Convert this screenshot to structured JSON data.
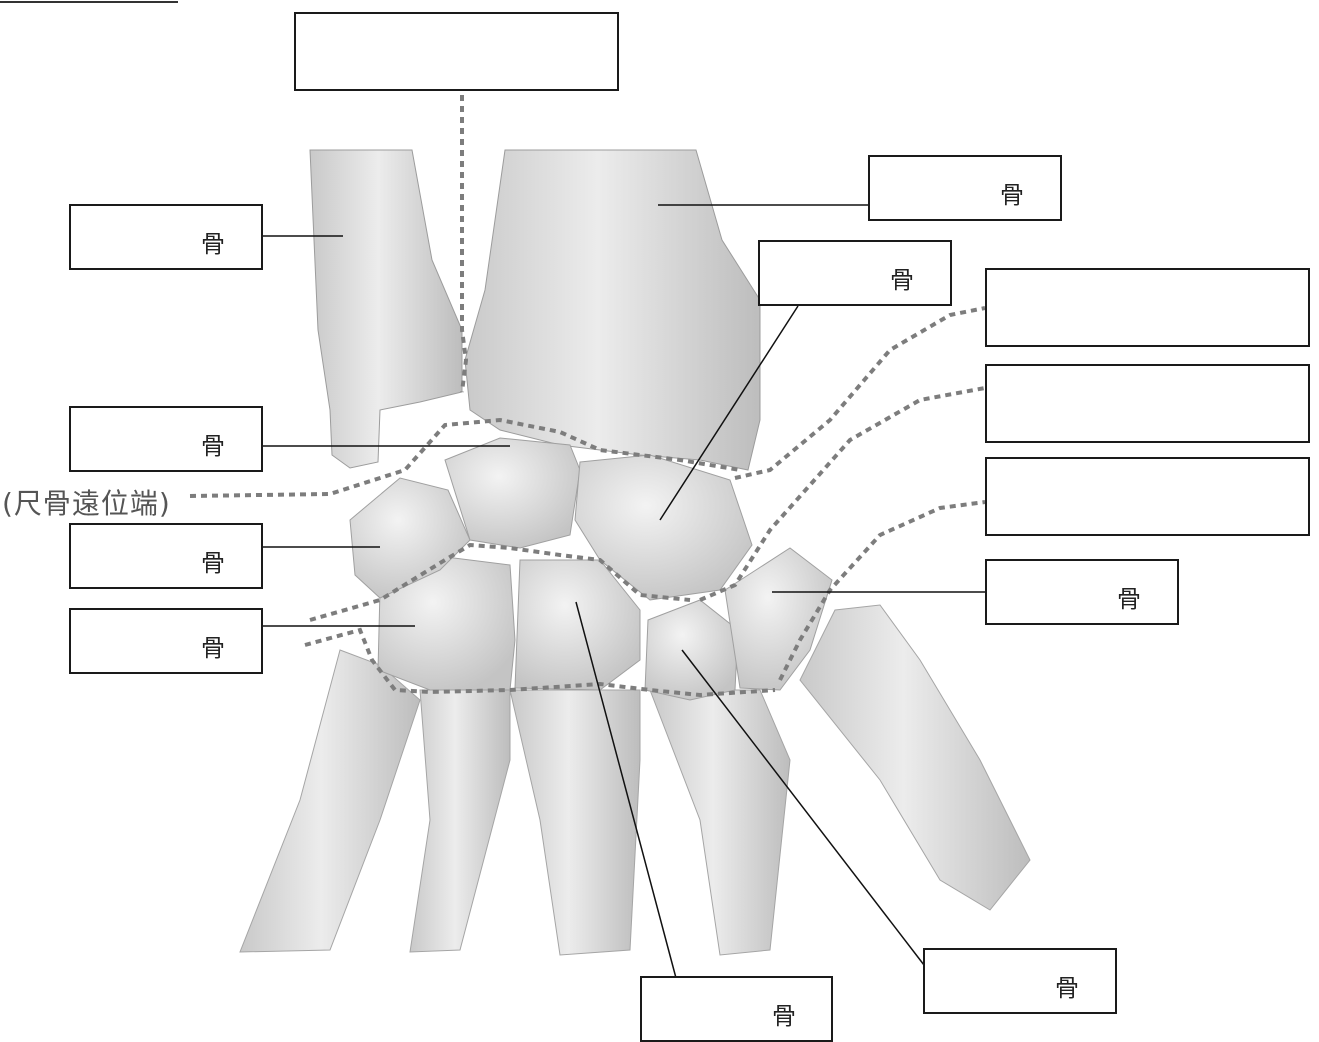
{
  "diagram": {
    "ulna_distal_end_label": "(尺骨遠位端)",
    "bone_suffix": "骨",
    "colors": {
      "bone": "#e2e2e2",
      "bone_shade": "#b8b8b8",
      "outline": "#111111",
      "dashed": "#7a7a7a"
    }
  },
  "labels": [
    {
      "id": "top",
      "suffix": ""
    },
    {
      "id": "left-1",
      "suffix": "骨"
    },
    {
      "id": "left-2",
      "suffix": "骨"
    },
    {
      "id": "left-3",
      "suffix": "骨"
    },
    {
      "id": "left-4",
      "suffix": "骨"
    },
    {
      "id": "right-radius",
      "suffix": "骨"
    },
    {
      "id": "right-2",
      "suffix": "骨"
    },
    {
      "id": "joint-1",
      "suffix": ""
    },
    {
      "id": "joint-2",
      "suffix": ""
    },
    {
      "id": "joint-3",
      "suffix": ""
    },
    {
      "id": "right-5",
      "suffix": "骨"
    },
    {
      "id": "bottom-center",
      "suffix": "骨"
    },
    {
      "id": "bottom-right",
      "suffix": "骨"
    }
  ]
}
